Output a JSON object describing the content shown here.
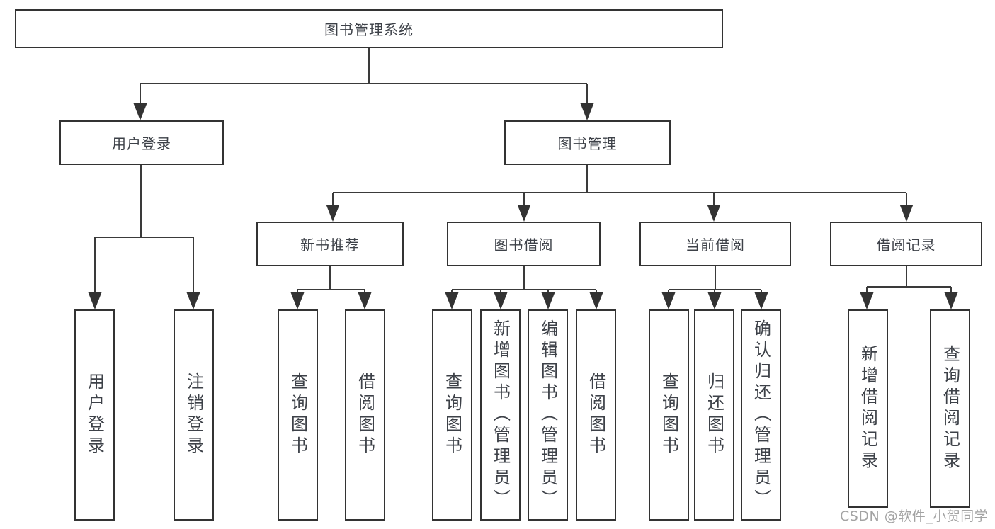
{
  "diagram": {
    "title_node": {
      "label": "图书管理系统"
    },
    "level2": [
      {
        "label": "用户登录"
      },
      {
        "label": "图书管理"
      }
    ],
    "user_login_children": [
      {
        "label": "用户登录"
      },
      {
        "label": "注销登录"
      }
    ],
    "book_management_children": [
      {
        "label": "新书推荐",
        "children": [
          {
            "label": "查询图书"
          },
          {
            "label": "借阅图书"
          }
        ]
      },
      {
        "label": "图书借阅",
        "children": [
          {
            "label": "查询图书"
          },
          {
            "label": "新增图书（管理员）"
          },
          {
            "label": "编辑图书（管理员）"
          },
          {
            "label": "借阅图书"
          }
        ]
      },
      {
        "label": "当前借阅",
        "children": [
          {
            "label": "查询图书"
          },
          {
            "label": "归还图书"
          },
          {
            "label": "确认归还（管理员）"
          }
        ]
      },
      {
        "label": "借阅记录",
        "children": [
          {
            "label": "新增借阅记录"
          },
          {
            "label": "查询借阅记录"
          }
        ]
      }
    ],
    "watermark": "CSDN @软件_小贺同学",
    "colors": {
      "line": "#3a3a3a",
      "border": "#333333",
      "text": "#3d4148",
      "watermark": "#a3a3a3",
      "background": "#ffffff"
    }
  }
}
